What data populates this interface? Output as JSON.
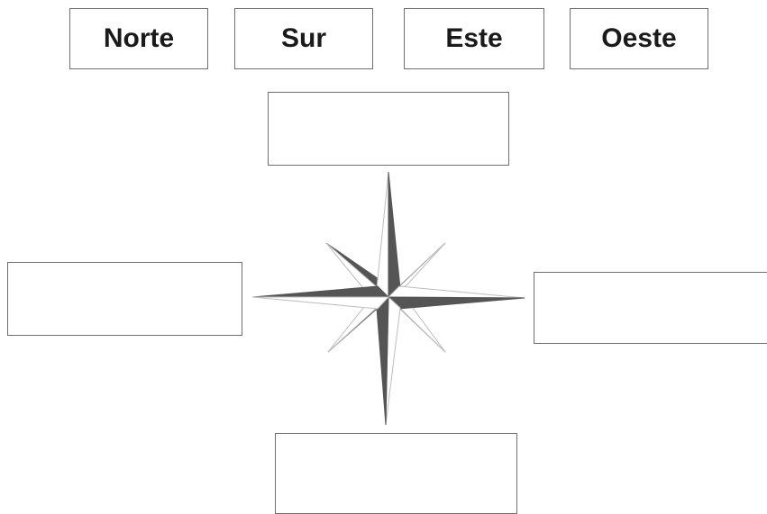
{
  "word_bank": {
    "north_label": "Norte",
    "south_label": "Sur",
    "east_label": "Este",
    "west_label": "Oeste"
  },
  "drop_targets": {
    "north": "",
    "south": "",
    "east": "",
    "west": ""
  },
  "compass": {
    "icon": "compass-rose-icon",
    "dark_color": "#555555",
    "light_color": "#ffffff",
    "outline_color": "#bdbdbd"
  }
}
